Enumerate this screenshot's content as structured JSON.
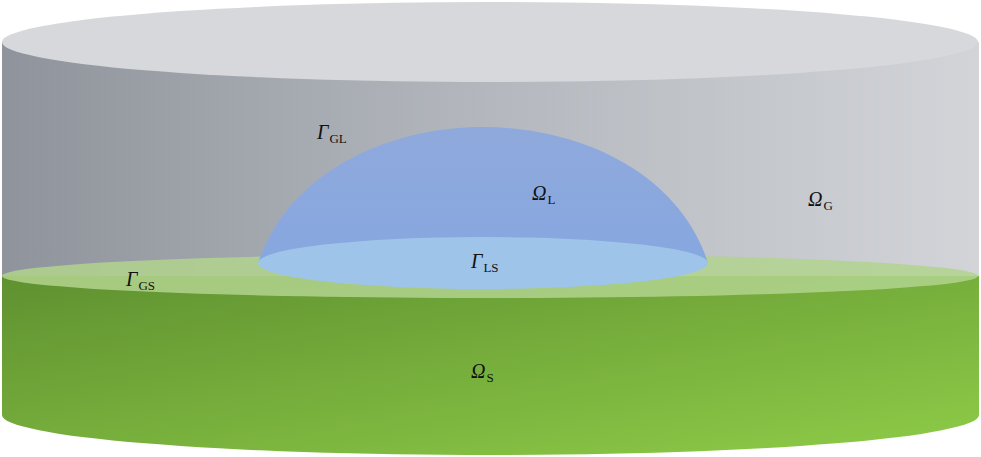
{
  "diagram": {
    "labels": [
      "Γ",
      "GL",
      "Ω",
      "L",
      "Ω",
      "G",
      "Γ",
      "LS",
      "Γ",
      "GS",
      "Ω",
      "S"
    ]
  }
}
